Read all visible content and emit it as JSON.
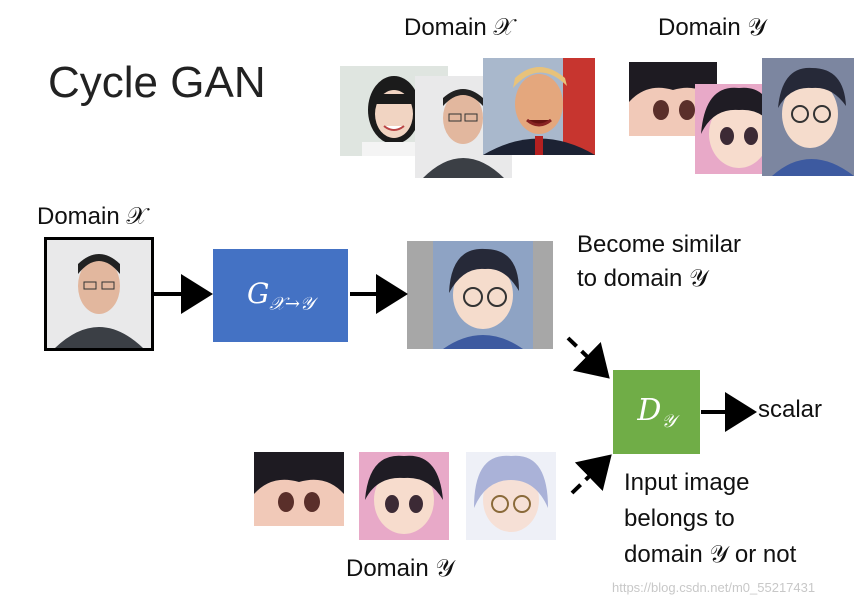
{
  "title": "Cycle GAN",
  "domain_x_label": "Domain 𝒳",
  "domain_y_label": "Domain 𝒴",
  "generator": {
    "main": "G",
    "sub": "𝒳→𝒴"
  },
  "discriminator": {
    "main": "D",
    "sub": "𝒴"
  },
  "similar_text_line1": "Become similar",
  "similar_text_line2": "to domain 𝒴",
  "output_label": "scalar",
  "input_belongs_line1": "Input image",
  "input_belongs_line2": "belongs to",
  "input_belongs_line3": "domain 𝒴 or not",
  "watermark": "https://blog.csdn.net/m0_55217431",
  "colors": {
    "generator": "#4472c4",
    "discriminator": "#70ad47",
    "arrow": "#000000"
  }
}
